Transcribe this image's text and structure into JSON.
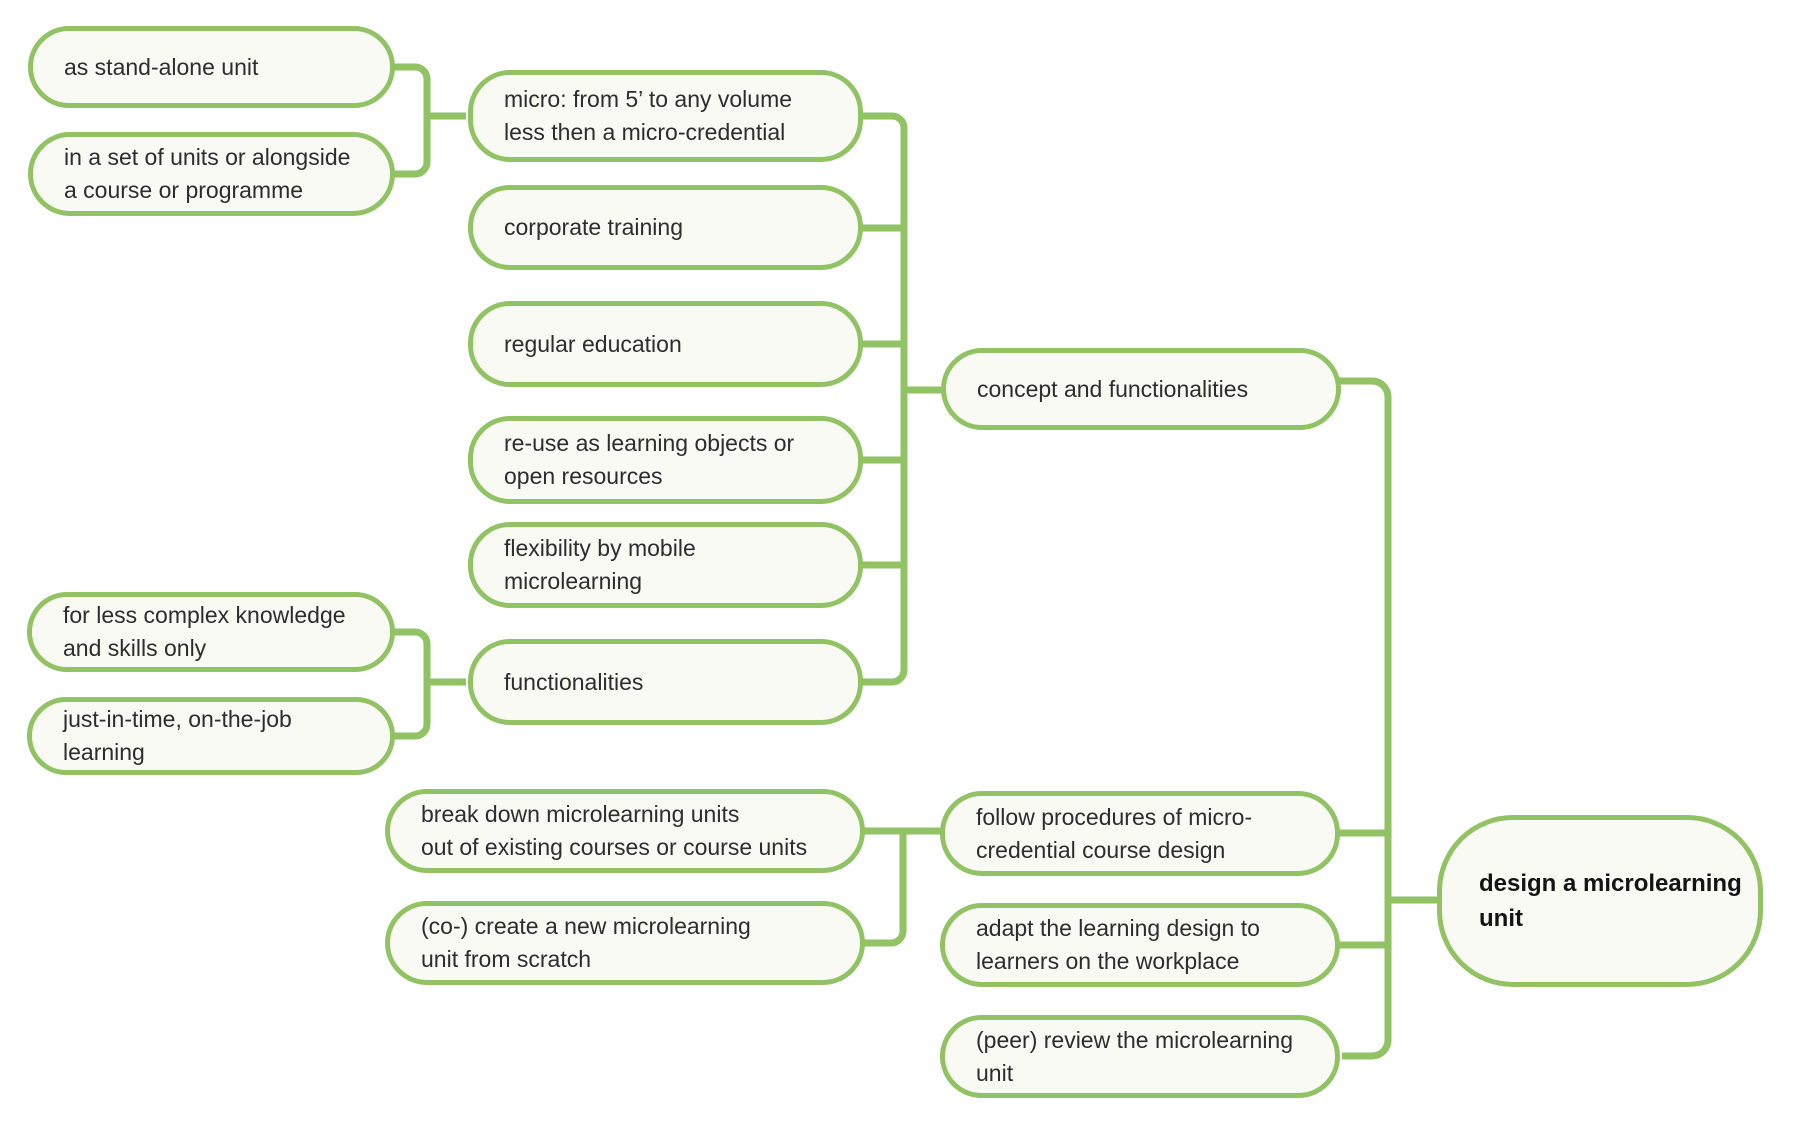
{
  "diagram": {
    "type": "mind-map",
    "orientation": "children-left-of-parent",
    "colors": {
      "border_green": "#91C263",
      "node_fill": "#F9FAF3",
      "text": "#2D2D2D",
      "root_text": "#141414",
      "background": "#FFFFFF"
    },
    "nodes": {
      "standalone": {
        "label": "as stand-alone unit"
      },
      "in_set": {
        "label": "in a set of units or alongside\na course or programme"
      },
      "micro": {
        "label": "micro: from 5’ to any volume\nless then a micro-credential"
      },
      "corporate": {
        "label": "corporate training"
      },
      "regular": {
        "label": "regular education"
      },
      "reuse": {
        "label": "re-use as learning objects or\nopen resources"
      },
      "flexibility": {
        "label": "flexibility by mobile\nmicrolearning"
      },
      "functionalities": {
        "label": "functionalities"
      },
      "less_complex": {
        "label": "for less complex knowledge\nand skills only"
      },
      "just_in_time": {
        "label": "just-in-time, on-the-job\nlearning"
      },
      "concept": {
        "label": "concept and functionalities"
      },
      "break_down": {
        "label": "break down microlearning units\nout of existing courses or course units"
      },
      "co_create": {
        "label": "(co-) create a new microlearning\nunit from scratch"
      },
      "follow": {
        "label": "follow procedures of micro-\ncredential course design"
      },
      "adapt": {
        "label": "adapt the learning design to\nlearners on the workplace"
      },
      "peer_review": {
        "label": "(peer) review the microlearning\nunit"
      },
      "root": {
        "label": "design a microlearning\nunit"
      }
    },
    "structure": {
      "root": [
        "concept",
        "follow",
        "adapt",
        "peer_review"
      ],
      "concept": [
        "micro",
        "corporate",
        "regular",
        "reuse",
        "flexibility",
        "functionalities"
      ],
      "micro": [
        "standalone",
        "in_set"
      ],
      "functionalities": [
        "less_complex",
        "just_in_time"
      ],
      "follow": [
        "break_down",
        "co_create"
      ]
    }
  }
}
